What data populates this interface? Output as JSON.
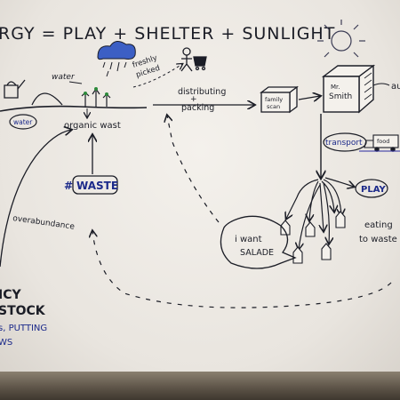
{
  "title": "RGY = PLAY + SHELTER + SUNLIGHT",
  "labels": {
    "water_top": "water",
    "water_bubble": "water",
    "organic_waste": "organic wast",
    "freshly_picked_1": "freshly",
    "freshly_picked_2": "picked",
    "distributing": "distributing",
    "plus": "+",
    "packing": "packing",
    "family_scan_1": "family",
    "family_scan_2": "scan",
    "mr_smith_1": "Mr.",
    "mr_smith_2": "Smith",
    "au": "au",
    "transport": "transport",
    "food": "food",
    "play": "PLAY",
    "waste_hash": "#",
    "waste": "WASTE",
    "overabundance": "overabundance",
    "i_want_1": "i want",
    "i_want_2": "SALADE",
    "eating_1": "eating",
    "eating_2": "to waste",
    "left_1": "ICY",
    "left_2": "STOCK",
    "left_3": "s, PUTTING",
    "left_4": "WS"
  },
  "colors": {
    "ink": "#1b1d26",
    "blue_ink": "#1c2a8a",
    "paper": "#f1eee9"
  }
}
